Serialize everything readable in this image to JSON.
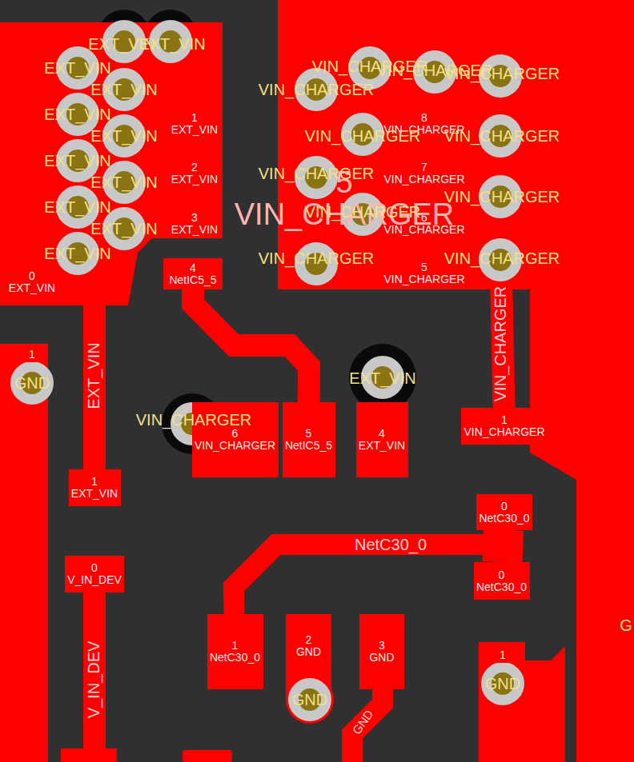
{
  "diagram": {
    "nodes": [
      {
        "text": [
          "1",
          "EXT_VIN"
        ]
      },
      {
        "text": [
          "8",
          "VIN_CHARGER"
        ]
      },
      {
        "text": [
          "2",
          "EXT_VIN"
        ]
      },
      {
        "text": [
          "7",
          "VIN_CHARGER"
        ]
      },
      {
        "text": [
          "3",
          "EXT_VIN"
        ]
      },
      {
        "text": [
          "6",
          "VIN_CHARGER"
        ]
      },
      {
        "text": [
          "4",
          "NetIC5_5"
        ]
      },
      {
        "text": [
          "5",
          "VIN_CHARGER"
        ]
      },
      {
        "text": [
          "0",
          "EXT_VIN"
        ]
      },
      {
        "text": [
          "1"
        ]
      },
      {
        "text": [
          "6",
          "VIN_CHARGER"
        ]
      },
      {
        "text": [
          "5",
          "NetIC5_5"
        ]
      },
      {
        "text": [
          "4",
          "EXT_VIN"
        ]
      },
      {
        "text": [
          "1",
          "VIN_CHARGER"
        ]
      },
      {
        "text": [
          "1",
          "EXT_VIN"
        ]
      },
      {
        "text": [
          "0",
          "NetC30_0"
        ]
      },
      {
        "text": [
          "0",
          "V_IN_DEV"
        ]
      },
      {
        "text": [
          "0",
          "NetC30_0"
        ]
      },
      {
        "text": [
          "1",
          "NetC30_0"
        ]
      },
      {
        "text": [
          "2",
          "GND"
        ]
      },
      {
        "text": [
          "3",
          "GND"
        ]
      },
      {
        "text": [
          "1"
        ]
      }
    ],
    "edges": [
      {
        "from": 6,
        "to": 11,
        "arrow": "none"
      },
      {
        "from": 8,
        "to": 14,
        "label": "EXT_VIN",
        "arrow": "none"
      },
      {
        "from": 7,
        "to": 13,
        "label": "VIN_CHARGER",
        "arrow": "none"
      },
      {
        "from": 15,
        "to": 17,
        "arrow": "none"
      },
      {
        "from": 15,
        "to": 18,
        "label": "NetC30_0",
        "arrow": "none"
      }
    ],
    "labels": [
      "5",
      "VIN_CHARGER",
      "EXT_VIN",
      "EXT_VIN",
      "EXT_VIN",
      "EXT_VIN",
      "EXT_VIN",
      "EXT_VIN",
      "EXT_VIN",
      "EXT_VIN",
      "EXT_VIN",
      "EXT_VIN",
      "EXT_VIN",
      "VIN_CHARGER",
      "VIN_CHARGER",
      "VIN_CHARGER",
      "VIN_CHARGER",
      "VIN_CHARGER",
      "VIN_CHARGER",
      "VIN_CHARGER",
      "VIN_CHARGER",
      "VIN_CHARGER",
      "VIN_CHARGER",
      "VIN_CHARGER",
      "GND",
      "EXT_VIN",
      "VIN_CHARGER",
      "V_IN_DEV",
      "GND",
      "GND",
      "GND",
      "G"
    ]
  }
}
